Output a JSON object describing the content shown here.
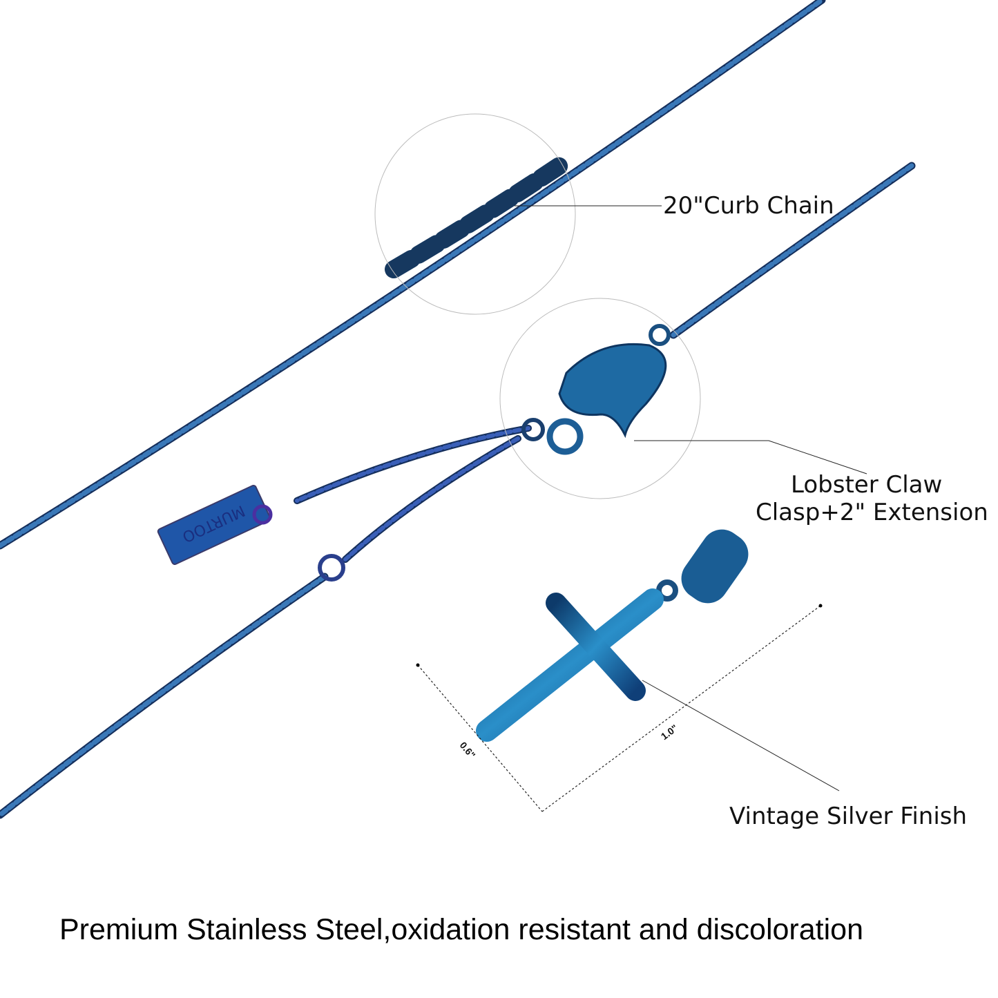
{
  "callouts": {
    "chain": "20\"Curb Chain",
    "clasp_line1": "Lobster Claw",
    "clasp_line2": "Clasp+2\" Extension",
    "finish": "Vintage Silver Finish"
  },
  "dimensions": {
    "width": "0.6\"",
    "height": "1.0\""
  },
  "tag_text": "MURTOO",
  "footer": "Premium Stainless Steel,oxidation resistant and discoloration",
  "colors": {
    "chain": "#1f4f86",
    "chain_dark": "#152f5c",
    "cross": "#1f6fa8"
  }
}
